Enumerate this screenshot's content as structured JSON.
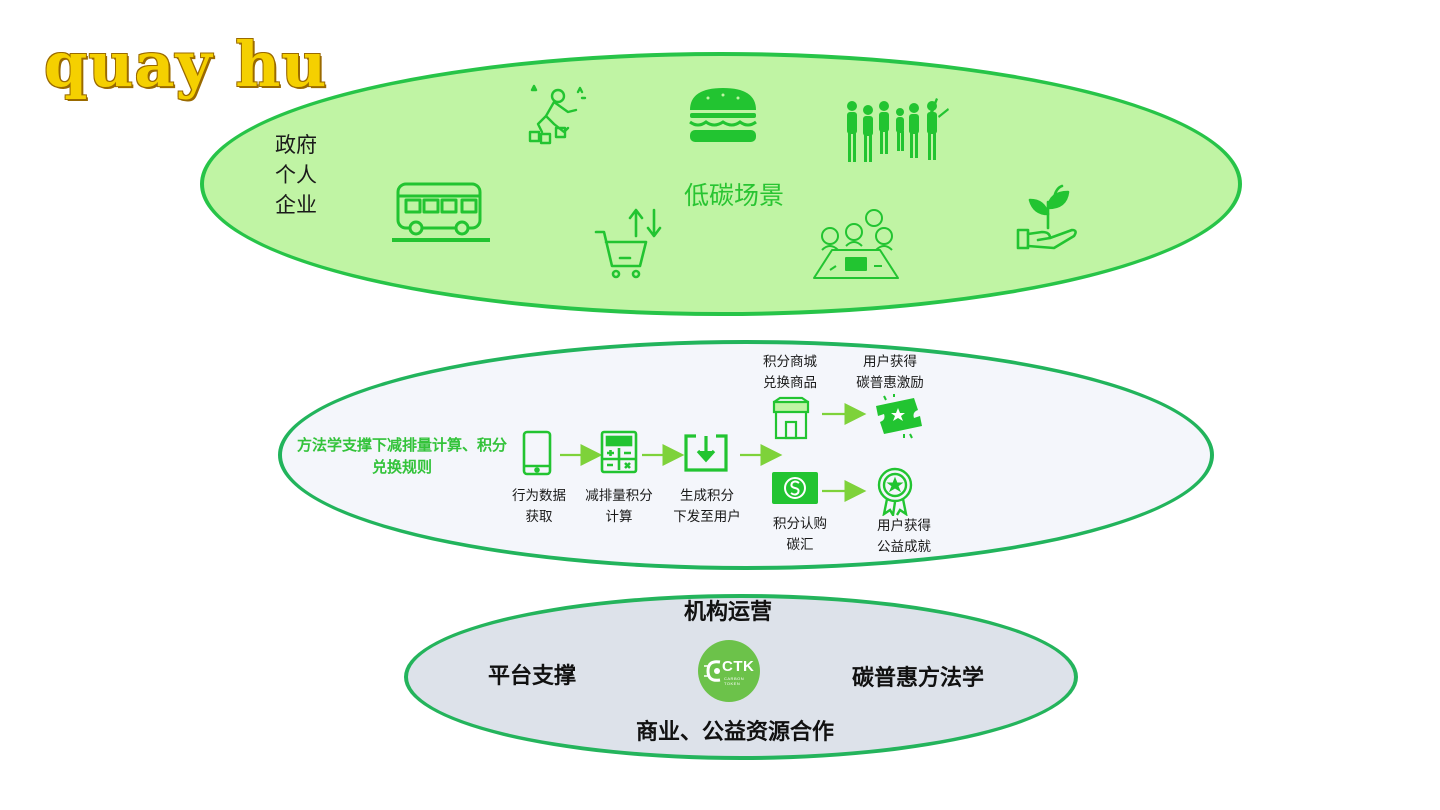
{
  "brand": "quay hu",
  "scene_layer": {
    "actors": [
      "政府",
      "个人",
      "企业"
    ],
    "title": "低碳场景",
    "icons": [
      "worker-icon",
      "burger-icon",
      "crowd-icon",
      "bus-icon",
      "shopping-cart-icon",
      "meeting-icon",
      "plant-hand-icon"
    ]
  },
  "method_layer": {
    "method_label": "方法学支撑下减排量计算、积分兑换规则",
    "steps": [
      {
        "line1": "行为数据",
        "line2": "获取",
        "icon": "phone-icon"
      },
      {
        "line1": "减排量积分",
        "line2": "计算",
        "icon": "calculator-icon"
      },
      {
        "line1": "生成积分",
        "line2": "下发至用户",
        "icon": "download-icon"
      }
    ],
    "branch_top": {
      "line1": "积分商城",
      "line2": "兑换商品",
      "icon": "store-icon"
    },
    "reward_top": {
      "line1": "用户获得",
      "line2": "碳普惠激励",
      "icon": "ticket-icon"
    },
    "branch_bottom": {
      "line1": "积分认购",
      "line2": "碳汇",
      "icon": "money-icon"
    },
    "reward_bottom": {
      "line1": "用户获得",
      "line2": "公益成就",
      "icon": "award-icon"
    }
  },
  "org_layer": {
    "title": "机构运营",
    "left": "平台支撑",
    "right": "碳普惠方法学",
    "bottom": "商业、公益资源合作",
    "logo_text": "CTK",
    "logo_subtext": "CARBON TOKEN"
  },
  "colors": {
    "green": "#22c431",
    "light_green": "#c0f4a4",
    "border_green": "#27c448",
    "lavender": "#f4f6fb",
    "grey": "#dde2ea"
  }
}
